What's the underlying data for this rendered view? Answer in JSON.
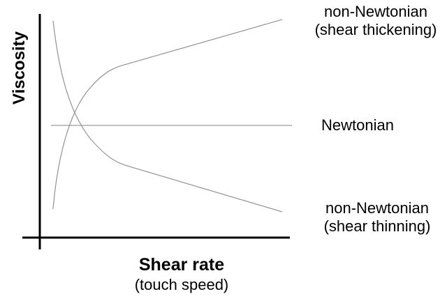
{
  "diagram": {
    "ylabel": "Viscosity",
    "xlabel": "Shear rate",
    "xlabel_sub": "(touch speed)",
    "curves": [
      {
        "id": "thickening",
        "line1": "non-Newtonian",
        "line2": "(shear thickening)"
      },
      {
        "id": "newtonian",
        "line1": "Newtonian"
      },
      {
        "id": "thinning",
        "line1": "non-Newtonian",
        "line2": "(shear thinning)"
      }
    ],
    "colors": {
      "axis": "#000000",
      "curve": "#9a9a9a",
      "text": "#000000"
    }
  }
}
